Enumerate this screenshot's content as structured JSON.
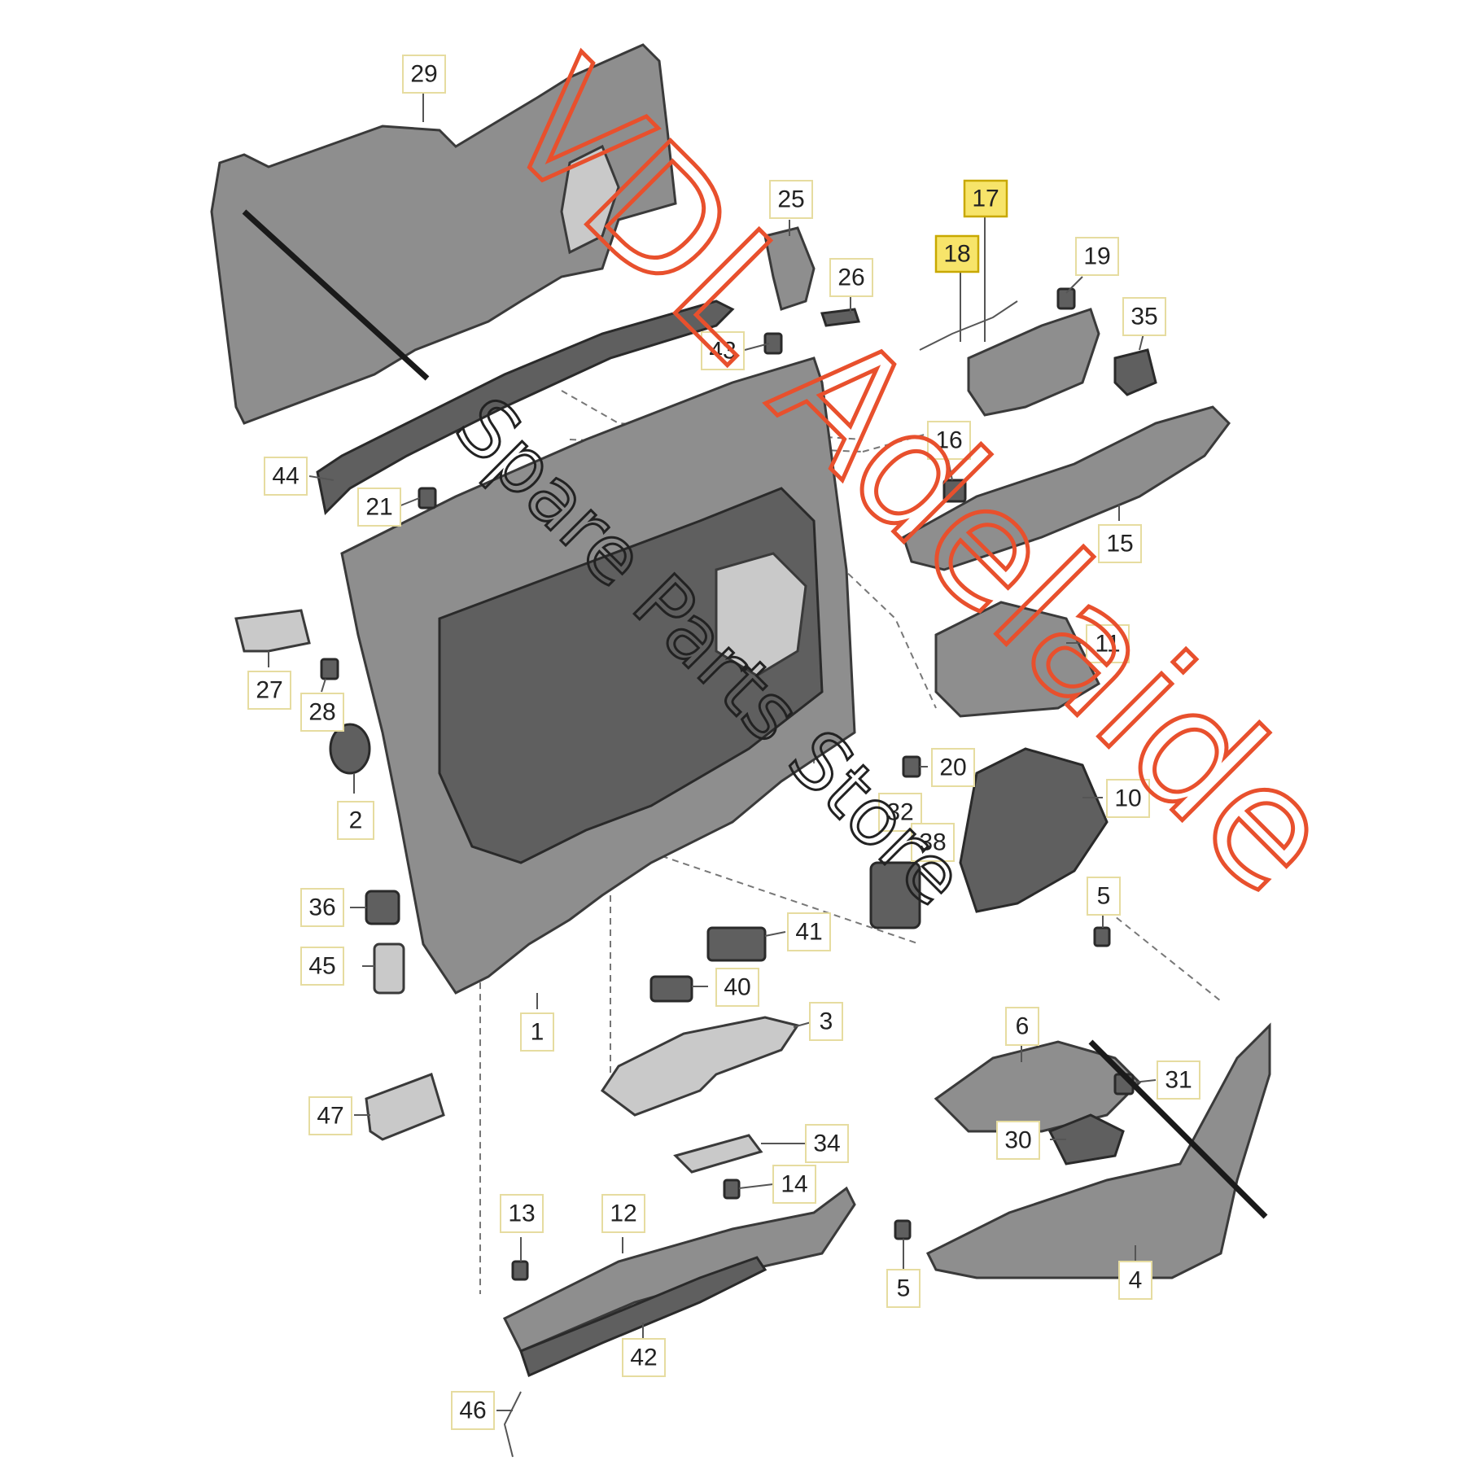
{
  "diagram": {
    "watermark": {
      "brand": "VDL Adelaide",
      "tagline": "Spare Parts Store",
      "brand_color": "#e8502d"
    },
    "highlight_color": "#f7e46a",
    "callouts": [
      {
        "id": "c29",
        "label": "29"
      },
      {
        "id": "c25",
        "label": "25"
      },
      {
        "id": "c26",
        "label": "26"
      },
      {
        "id": "c17",
        "label": "17",
        "highlighted": true
      },
      {
        "id": "c18",
        "label": "18",
        "highlighted": true
      },
      {
        "id": "c19",
        "label": "19"
      },
      {
        "id": "c35",
        "label": "35"
      },
      {
        "id": "c43",
        "label": "43"
      },
      {
        "id": "c16",
        "label": "16"
      },
      {
        "id": "c44",
        "label": "44"
      },
      {
        "id": "c21",
        "label": "21"
      },
      {
        "id": "c15",
        "label": "15"
      },
      {
        "id": "c27",
        "label": "27"
      },
      {
        "id": "c28",
        "label": "28"
      },
      {
        "id": "c11",
        "label": "11"
      },
      {
        "id": "c20",
        "label": "20"
      },
      {
        "id": "c2",
        "label": "2"
      },
      {
        "id": "c10",
        "label": "10"
      },
      {
        "id": "c32",
        "label": "32"
      },
      {
        "id": "c38",
        "label": "38"
      },
      {
        "id": "c36",
        "label": "36"
      },
      {
        "id": "c5a",
        "label": "5"
      },
      {
        "id": "c41",
        "label": "41"
      },
      {
        "id": "c45",
        "label": "45"
      },
      {
        "id": "c6",
        "label": "6"
      },
      {
        "id": "c40",
        "label": "40"
      },
      {
        "id": "c1",
        "label": "1"
      },
      {
        "id": "c3",
        "label": "3"
      },
      {
        "id": "c31",
        "label": "31"
      },
      {
        "id": "c47",
        "label": "47"
      },
      {
        "id": "c30",
        "label": "30"
      },
      {
        "id": "c34",
        "label": "34"
      },
      {
        "id": "c14",
        "label": "14"
      },
      {
        "id": "c13",
        "label": "13"
      },
      {
        "id": "c12",
        "label": "12"
      },
      {
        "id": "c5b",
        "label": "5"
      },
      {
        "id": "c4",
        "label": "4"
      },
      {
        "id": "c42",
        "label": "42"
      },
      {
        "id": "c46",
        "label": "46"
      }
    ]
  }
}
